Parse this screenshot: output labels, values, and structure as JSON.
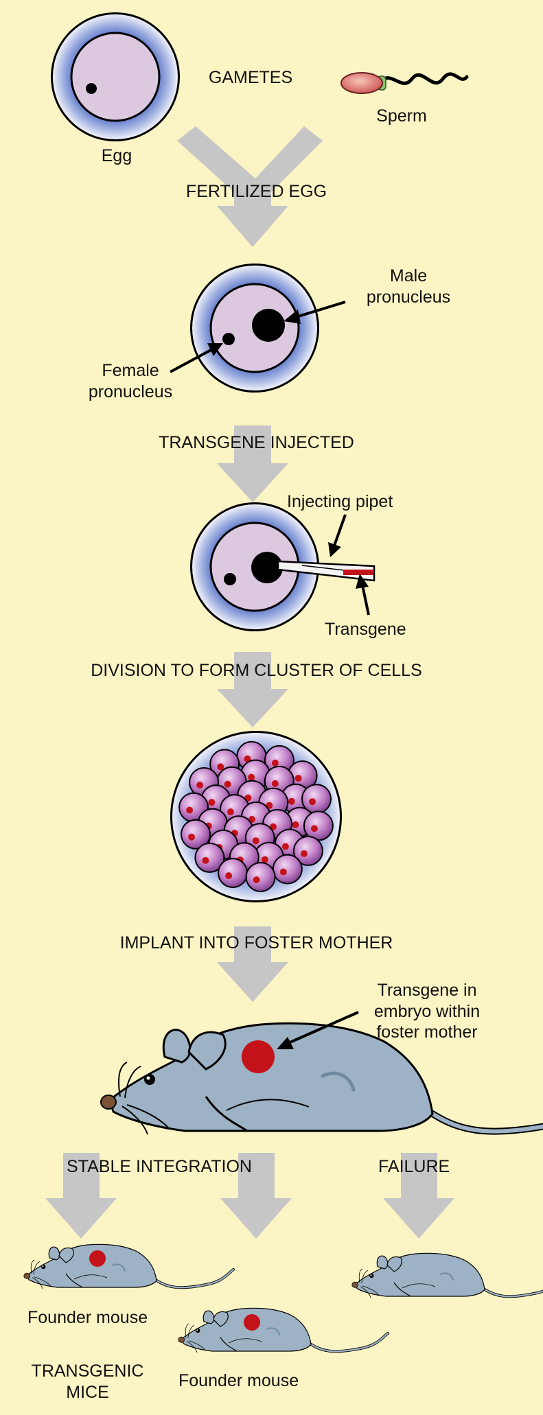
{
  "colors": {
    "background": "#fbf4c4",
    "arrow": "#c6c6c6",
    "cytoplasm": "#dcc9e0",
    "zona": "#b3bfe4",
    "mouse": "#9db2c4",
    "transgene": "#c4121a"
  },
  "gametes": {
    "heading": "GAMETES",
    "egg_label": "Egg",
    "sperm_label": "Sperm"
  },
  "steps": {
    "fertilized": "FERTILIZED EGG",
    "injected": "TRANSGENE INJECTED",
    "division": "DIVISION TO FORM CLUSTER OF CELLS",
    "implant": "IMPLANT INTO FOSTER MOTHER",
    "stable": "STABLE INTEGRATION",
    "failure": "FAILURE"
  },
  "labels": {
    "male_pronucleus": "Male\npronucleus",
    "female_pronucleus": "Female\npronucleus",
    "injecting_pipet": "Injecting pipet",
    "transgene": "Transgene",
    "transgene_embryo": "Transgene in\nembryo within\nfoster mother",
    "founder_1": "Founder mouse",
    "founder_2": "Founder mouse",
    "transgenic_mice": "TRANSGENIC\nMICE"
  }
}
